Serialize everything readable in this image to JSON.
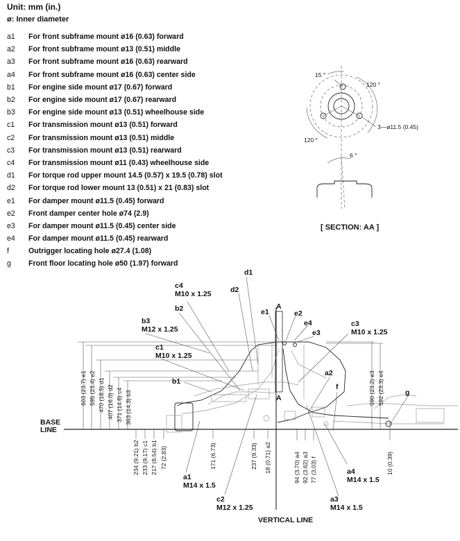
{
  "header": {
    "unit": "Unit: mm (in.)",
    "diameter_note": "ø: Inner diameter"
  },
  "legend": [
    {
      "code": "a1",
      "desc": "For front subframe mount ø16 (0.63) forward"
    },
    {
      "code": "a2",
      "desc": "For front subframe mount ø13 (0.51) middle"
    },
    {
      "code": "a3",
      "desc": "For front subframe mount ø16 (0.63) rearward"
    },
    {
      "code": "a4",
      "desc": "For front subframe mount ø16 (0.63) center side"
    },
    {
      "code": "b1",
      "desc": "For engine side mount ø17 (0.67) forward"
    },
    {
      "code": "b2",
      "desc": "For engine side mount ø17 (0.67) rearward"
    },
    {
      "code": "b3",
      "desc": "For engine side mount ø13 (0.51) wheelhouse side"
    },
    {
      "code": "c1",
      "desc": "For transmission mount ø13 (0.51) forward"
    },
    {
      "code": "c2",
      "desc": "For transmission mount ø13 (0.51) middle"
    },
    {
      "code": "c3",
      "desc": "For transmission mount ø13 (0.51) rearward"
    },
    {
      "code": "c4",
      "desc": "For transmission mount ø11 (0.43) wheelhouse side"
    },
    {
      "code": "d1",
      "desc": "For torque rod upper mount 14.5 (0.57) x 19.5 (0.78) slot"
    },
    {
      "code": "d2",
      "desc": "For torque rod lower mount 13 (0.51) x 21 (0.83) slot"
    },
    {
      "code": "e1",
      "desc": "For damper mount ø11.5 (0.45) forward"
    },
    {
      "code": "e2",
      "desc": "Front damper center hole ø74 (2.9)"
    },
    {
      "code": "e3",
      "desc": "For damper mount ø11.5 (0.45) center side"
    },
    {
      "code": "e4",
      "desc": "For damper mount ø11.5 (0.45) rearward"
    },
    {
      "code": "f",
      "desc": "Outrigger locating hole ø27.4 (1.08)"
    },
    {
      "code": "g",
      "desc": "Front floor locating hole ø50 (1.97) forward"
    }
  ],
  "section": {
    "angle_15": "15 °",
    "angle_120_top": "120 °",
    "angle_120_bottom": "120 °",
    "hole_note": "3—ø11.5 (0.45)",
    "angle_6": "6 °",
    "title": "[ SECTION: AA ]"
  },
  "diagram": {
    "base_line": "BASE",
    "base_line_2": "LINE",
    "vertical_line": "VERTICAL LINE",
    "section_mark_top": "A",
    "section_mark_bottom": "A",
    "callouts": {
      "d1": "d1",
      "d2": "d2",
      "c4": "c4",
      "c4_thread": "M10 x 1.25",
      "b2": "b2",
      "b3": "b3",
      "b3_thread": "M12 x 1.25",
      "c1": "c1",
      "c1_thread": "M10 x 1.25",
      "b1": "b1",
      "e1": "e1",
      "e2": "e2",
      "e4": "e4",
      "e3": "e3",
      "c3": "c3",
      "c3_thread": "M10 x 1.25",
      "a2": "a2",
      "f": "f",
      "g": "g",
      "a1": "a1",
      "a1_thread": "M14 x 1.5",
      "a4": "a4",
      "a4_thread": "M14 x 1.5",
      "a3": "a3",
      "a3_thread": "M14 x 1.5",
      "c2": "c2",
      "c2_thread": "M12 x 1.25"
    },
    "dims_above": {
      "e1": "603 (23.7) e1",
      "e2": "595 (23.4) e2",
      "d1": "470 (18.5) d1",
      "d2": "407 (16.0) d2",
      "c4": "371 (14.6) c4",
      "b3": "363 (14.3) b3",
      "e3": "590 (23.2) e3",
      "e4": "592 (23.3) e4"
    },
    "dims_below": {
      "b2": "234 (9.21) b2",
      "c1": "233 (9.17) c1",
      "b1": "217 (8.54) b1",
      "v72": "72 (2.83)",
      "v171": "171 (6.73)",
      "v237": "237 (9.33)",
      "a2": "18 (0.71) a2",
      "a4": "94 (3.70) a4",
      "a3": "92 (3.62) a3",
      "f": "77 (3.03) f",
      "v10": "10 (0.39)"
    }
  }
}
